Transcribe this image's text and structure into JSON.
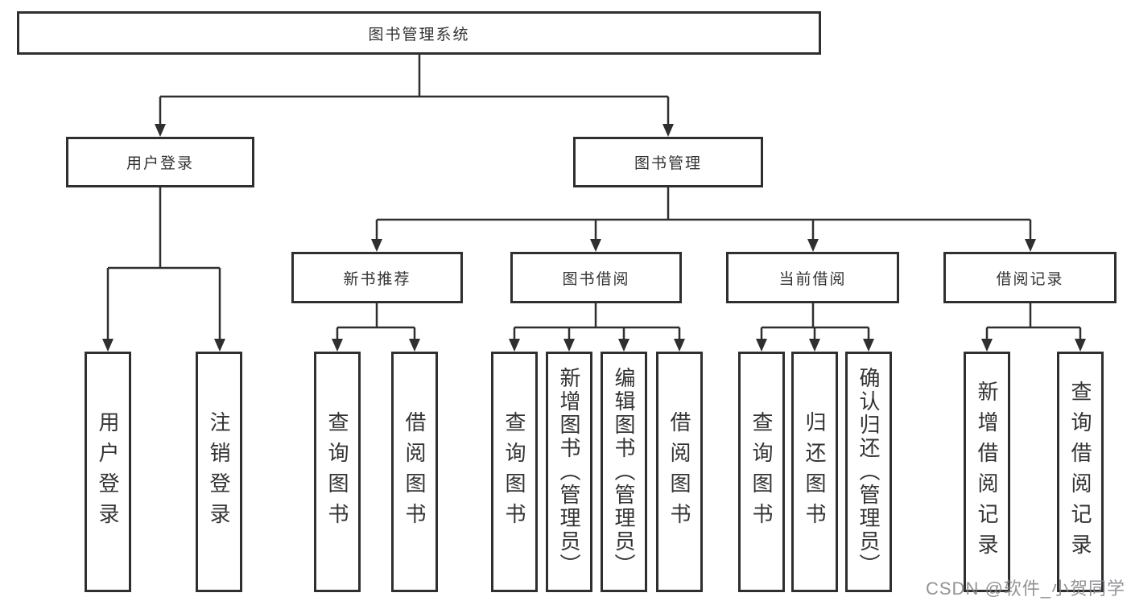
{
  "diagram_title": "图书管理系统",
  "colors": {
    "line": "#2f2f2f",
    "text": "#333333",
    "watermark": "#80808a"
  },
  "nodes": {
    "root": "图书管理系统",
    "l2": [
      "用户登录",
      "图书管理"
    ],
    "l3": [
      "新书推荐",
      "图书借阅",
      "当前借阅",
      "借阅记录"
    ],
    "leaves": {
      "g1": [
        "用户登录",
        "注销登录"
      ],
      "g2": [
        "查询图书",
        "借阅图书"
      ],
      "g3": [
        "查询图书",
        "新增图书（管理员）",
        "编辑图书（管理员）",
        "借阅图书"
      ],
      "g4": [
        "查询图书",
        "归还图书",
        "确认归还（管理员）"
      ],
      "g5": [
        "新增借阅记录",
        "查询借阅记录"
      ]
    }
  },
  "watermark": "CSDN @软件_小贺同学"
}
